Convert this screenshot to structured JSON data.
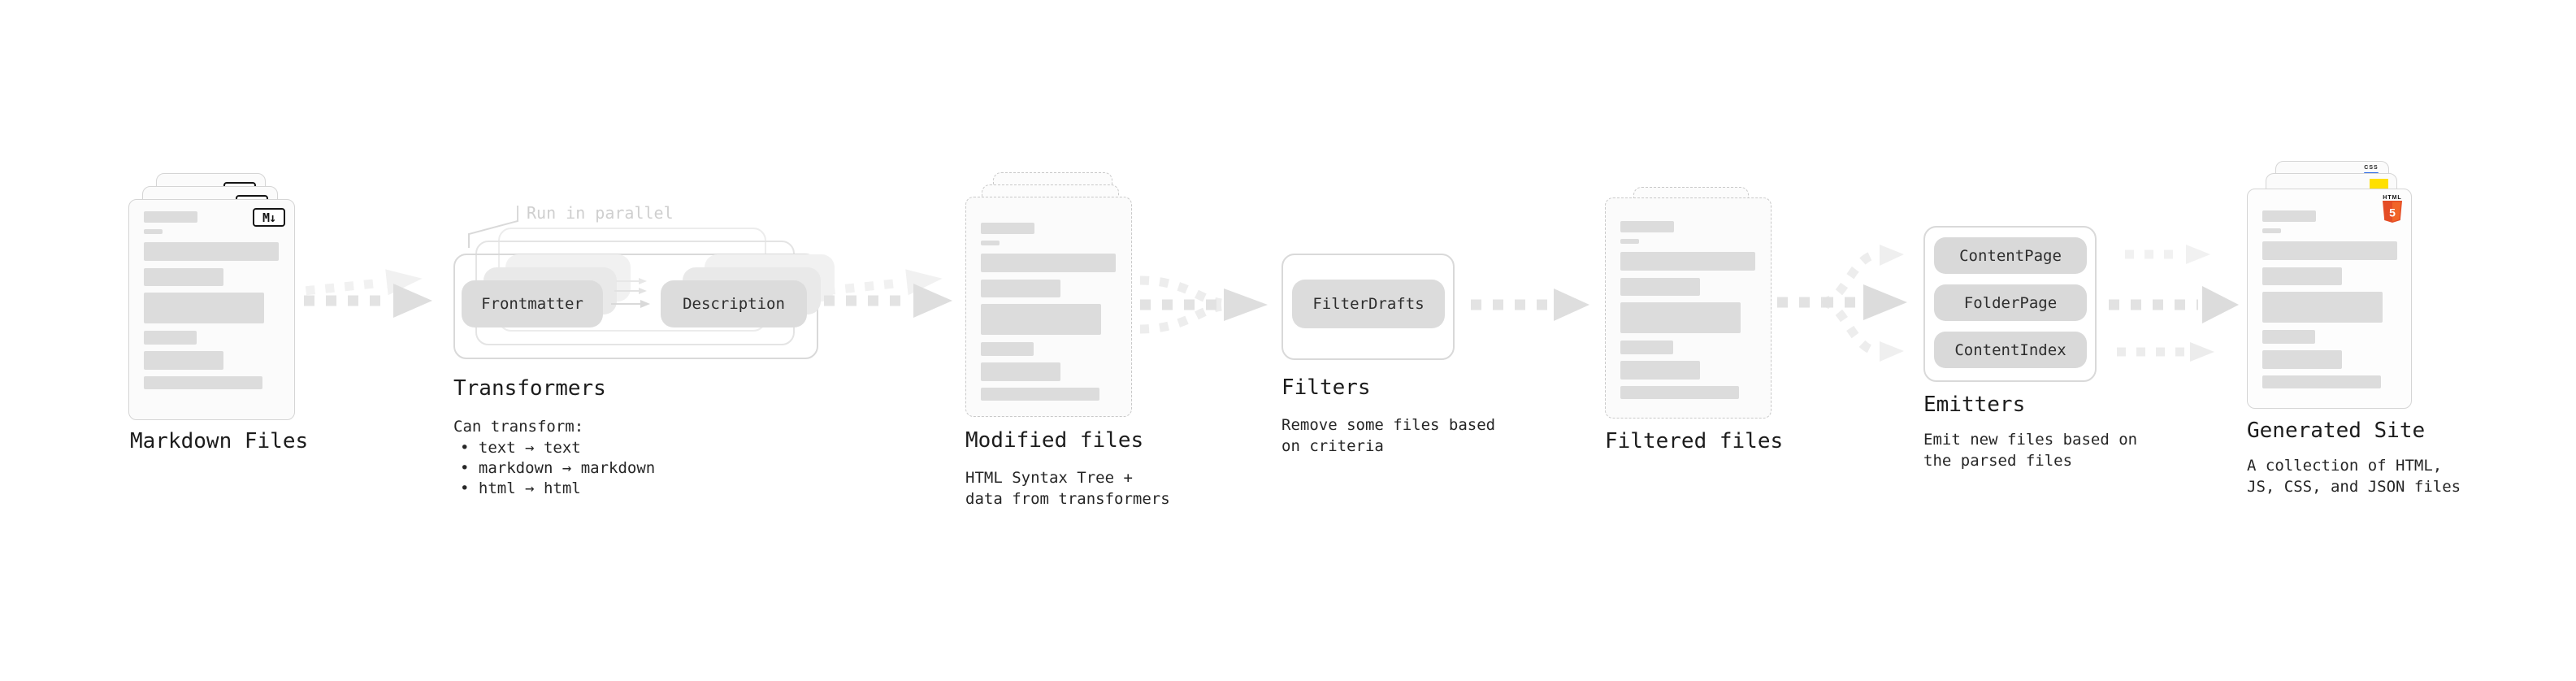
{
  "diagram": {
    "stages": {
      "markdown_files": {
        "title": "Markdown Files",
        "icon_label": "M↓"
      },
      "transformers": {
        "title": "Transformers",
        "annotation": "Run in parallel",
        "pill_frontmatter": "Frontmatter",
        "pill_description": "Description",
        "subtitle": "Can transform:",
        "bullets": [
          "• text → text",
          "• markdown → markdown",
          "• html → html"
        ]
      },
      "modified_files": {
        "title": "Modified files",
        "description": "HTML Syntax Tree +\ndata from transformers"
      },
      "filters": {
        "title": "Filters",
        "pill": "FilterDrafts",
        "description": "Remove some files based\non criteria"
      },
      "filtered_files": {
        "title": "Filtered files"
      },
      "emitters": {
        "title": "Emitters",
        "pills": [
          "ContentPage",
          "FolderPage",
          "ContentIndex"
        ],
        "description": "Emit new files based on\nthe parsed files"
      },
      "generated_site": {
        "title": "Generated Site",
        "description": "A collection of HTML,\nJS, CSS, and JSON files",
        "html5_badge_text": "HTML",
        "html5_badge_number": "5",
        "css_badge_text": "CSS"
      }
    },
    "colors": {
      "html5_shield": "#e44d26",
      "html5_shield_light": "#f16529",
      "css_blue": "#2e6be5",
      "js_yellow": "#ffe000"
    }
  }
}
